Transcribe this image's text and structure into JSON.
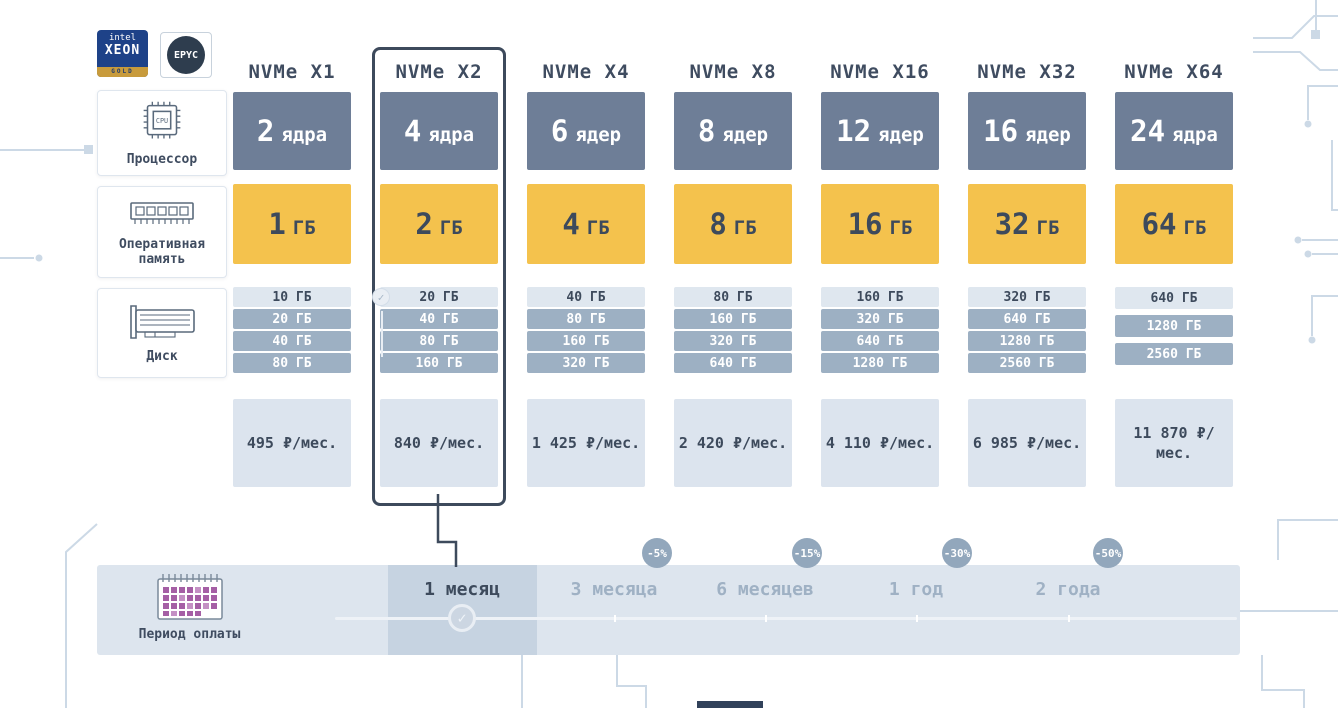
{
  "badges": {
    "intel_brand": "intel",
    "intel_model": "XEON",
    "intel_tier": "GOLD",
    "amd_model": "EPYC"
  },
  "sidebar": {
    "rows": [
      {
        "icon": "cpu-icon",
        "label": "Процессор"
      },
      {
        "icon": "ram-icon",
        "label": "Оперативная память"
      },
      {
        "icon": "disk-icon",
        "label": "Диск"
      }
    ]
  },
  "plans": [
    {
      "name": "NVMe X1",
      "cpu_value": "2",
      "cpu_unit": "ядра",
      "ram_value": "1",
      "ram_unit": "ГБ",
      "disks": [
        "10 ГБ",
        "20 ГБ",
        "40 ГБ",
        "80 ГБ"
      ],
      "selected_disk": "10 ГБ",
      "price": "495 ₽/мес.",
      "selected": false
    },
    {
      "name": "NVMe X2",
      "cpu_value": "4",
      "cpu_unit": "ядра",
      "ram_value": "2",
      "ram_unit": "ГБ",
      "disks": [
        "20 ГБ",
        "40 ГБ",
        "80 ГБ",
        "160 ГБ"
      ],
      "selected_disk": "20 ГБ",
      "price": "840 ₽/мес.",
      "selected": true
    },
    {
      "name": "NVMe X4",
      "cpu_value": "6",
      "cpu_unit": "ядер",
      "ram_value": "4",
      "ram_unit": "ГБ",
      "disks": [
        "40 ГБ",
        "80 ГБ",
        "160 ГБ",
        "320 ГБ"
      ],
      "selected_disk": "40 ГБ",
      "price": "1 425 ₽/мес.",
      "selected": false
    },
    {
      "name": "NVMe X8",
      "cpu_value": "8",
      "cpu_unit": "ядер",
      "ram_value": "8",
      "ram_unit": "ГБ",
      "disks": [
        "80 ГБ",
        "160 ГБ",
        "320 ГБ",
        "640 ГБ"
      ],
      "selected_disk": "80 ГБ",
      "price": "2 420 ₽/мес.",
      "selected": false
    },
    {
      "name": "NVMe X16",
      "cpu_value": "12",
      "cpu_unit": "ядер",
      "ram_value": "16",
      "ram_unit": "ГБ",
      "disks": [
        "160 ГБ",
        "320 ГБ",
        "640 ГБ",
        "1280 ГБ"
      ],
      "selected_disk": "160 ГБ",
      "price": "4 110 ₽/мес.",
      "selected": false
    },
    {
      "name": "NVMe X32",
      "cpu_value": "16",
      "cpu_unit": "ядер",
      "ram_value": "32",
      "ram_unit": "ГБ",
      "disks": [
        "320 ГБ",
        "640 ГБ",
        "1280 ГБ",
        "2560 ГБ"
      ],
      "selected_disk": "320 ГБ",
      "price": "6 985 ₽/мес.",
      "selected": false
    },
    {
      "name": "NVMe X64",
      "cpu_value": "24",
      "cpu_unit": "ядра",
      "ram_value": "64",
      "ram_unit": "ГБ",
      "disks": [
        "640 ГБ",
        "1280 ГБ",
        "2560 ГБ"
      ],
      "selected_disk": "640 ГБ",
      "price": "11 870 ₽/мес.",
      "selected": false
    }
  ],
  "period": {
    "label": "Период оплаты",
    "options": [
      {
        "label": "1 месяц",
        "discount": null,
        "selected": true
      },
      {
        "label": "3 месяца",
        "discount": "-5%",
        "selected": false
      },
      {
        "label": "6 месяцев",
        "discount": "-15%",
        "selected": false
      },
      {
        "label": "1 год",
        "discount": "-30%",
        "selected": false
      },
      {
        "label": "2 года",
        "discount": "-50%",
        "selected": false
      }
    ]
  },
  "colors": {
    "cpu_box": "#6e7e97",
    "ram_box": "#f4c24d",
    "disk_option": "#9db0c3",
    "disk_selected": "#dfe7ef",
    "price_box": "#dce4ee",
    "panel": "#dde5ee",
    "discount_badge": "#92a7bc",
    "accent_dark": "#3d4a5c",
    "circuit_trace": "#ccd9e6"
  }
}
